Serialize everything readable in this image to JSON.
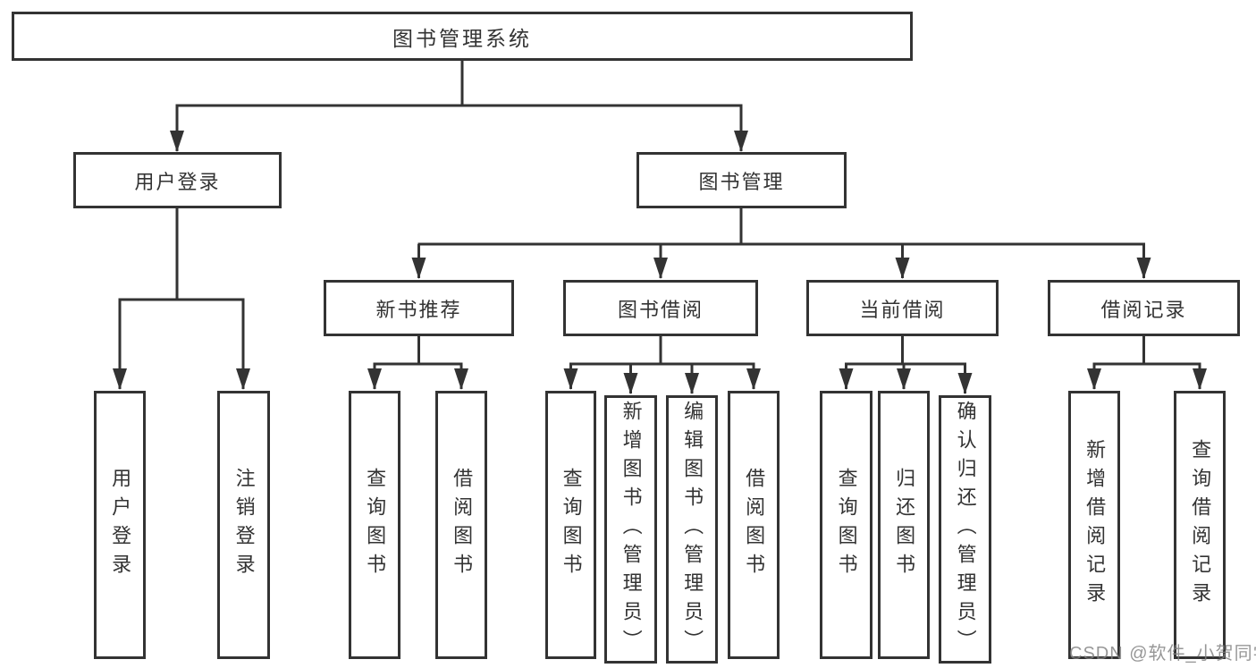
{
  "tree": {
    "label": "图书管理系统",
    "children": [
      {
        "label": "用户登录",
        "children": [
          {
            "label": "用户登录"
          },
          {
            "label": "注销登录"
          }
        ]
      },
      {
        "label": "图书管理",
        "children": [
          {
            "label": "新书推荐",
            "children": [
              {
                "label": "查询图书"
              },
              {
                "label": "借阅图书"
              }
            ]
          },
          {
            "label": "图书借阅",
            "children": [
              {
                "label": "查询图书"
              },
              {
                "label": "新增图书（管理员）"
              },
              {
                "label": "编辑图书（管理员）"
              },
              {
                "label": "借阅图书"
              }
            ]
          },
          {
            "label": "当前借阅",
            "children": [
              {
                "label": "查询图书"
              },
              {
                "label": "归还图书"
              },
              {
                "label": "确认归还（管理员）"
              }
            ]
          },
          {
            "label": "借阅记录",
            "children": [
              {
                "label": "新增借阅记录"
              },
              {
                "label": "查询借阅记录"
              }
            ]
          }
        ]
      }
    ]
  },
  "watermark": {
    "text": "CSDN @软件_小贺同学"
  },
  "colors": {
    "line": "#333333",
    "box_border": "#333333",
    "box_bg": "#ffffff",
    "text": "#333333",
    "watermark": "#808080"
  }
}
